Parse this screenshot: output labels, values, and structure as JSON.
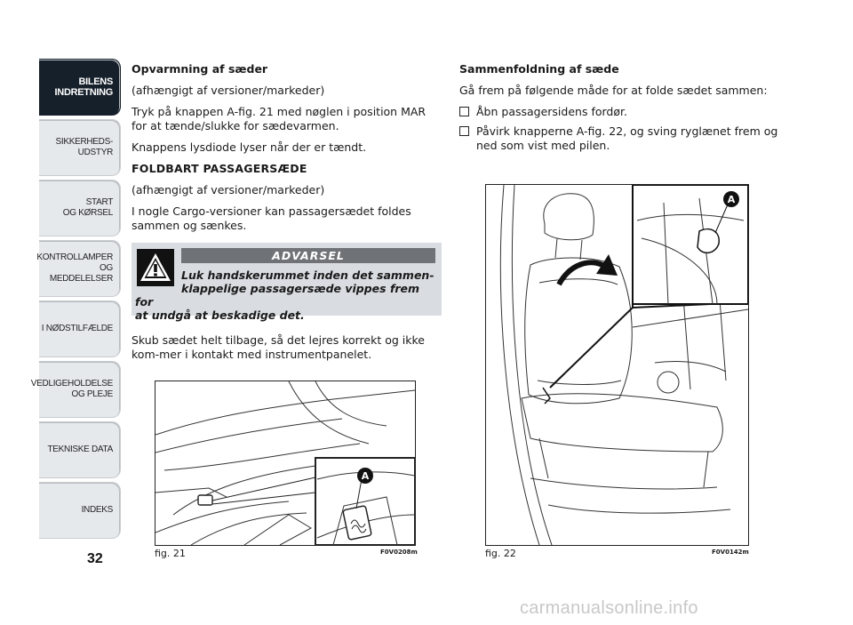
{
  "sidebar": {
    "tabs": [
      {
        "label": "BILENS\nINDRETNING",
        "active": true
      },
      {
        "label": "SIKKERHEDS-\nUDSTYR",
        "active": false
      },
      {
        "label": "START\nOG KØRSEL",
        "active": false
      },
      {
        "label": "KONTROLLAMPER\nOG MEDDELELSER",
        "active": false
      },
      {
        "label": "I NØDSTILFÆLDE",
        "active": false
      },
      {
        "label": "VEDLIGEHOLDELSE\nOG PLEJE",
        "active": false
      },
      {
        "label": "TEKNISKE DATA",
        "active": false
      },
      {
        "label": "INDEKS",
        "active": false
      }
    ],
    "active_color": "#16202b",
    "inactive_color": "#e6e9ec"
  },
  "page_number": "32",
  "left_column": {
    "heading1": "Opvarmning af sæder",
    "heading1_sub": "(afhængigt af versioner/markeder)",
    "para1": "Tryk på knappen A-fig. 21 med nøglen i position MAR for at tænde/slukke for sædevarmen.",
    "para2": "Knappens lysdiode lyser når der er tændt.",
    "heading2": "FOLDBART PASSAGERSÆDE",
    "heading2_sub": "(afhængigt af versioner/markeder)",
    "para3": "I nogle Cargo-versioner kan passagersædet foldes sammen og sænkes."
  },
  "warning": {
    "title": "ADVARSEL",
    "icon": "warning-triangle-icon",
    "line1": "Luk handskerummet inden det sammen-",
    "line2": "klappelige passagersæde vippes frem for",
    "line3": "at undgå at beskadige det.",
    "background": "#d9dde1",
    "title_background": "#6f7377"
  },
  "after_warning": "Skub sædet helt tilbage, så det lejres korrekt og ikke kom-mer i kontakt med instrumentpanelet.",
  "right_column": {
    "heading": "Sammenfoldning af sæde",
    "intro": "Gå frem på følgende måde for at folde sædet sammen:",
    "bullets": [
      "Åbn passagersidens fordør.",
      "Påvirk knapperne A-fig. 22, og sving ryglænet frem og ned som vist med pilen."
    ]
  },
  "figures": {
    "fig21": {
      "caption": "fig. 21",
      "code": "F0V0208m",
      "callout": "A"
    },
    "fig22": {
      "caption": "fig. 22",
      "code": "F0V0142m",
      "callout": "A"
    }
  },
  "watermark": "carmanualsonline.info"
}
